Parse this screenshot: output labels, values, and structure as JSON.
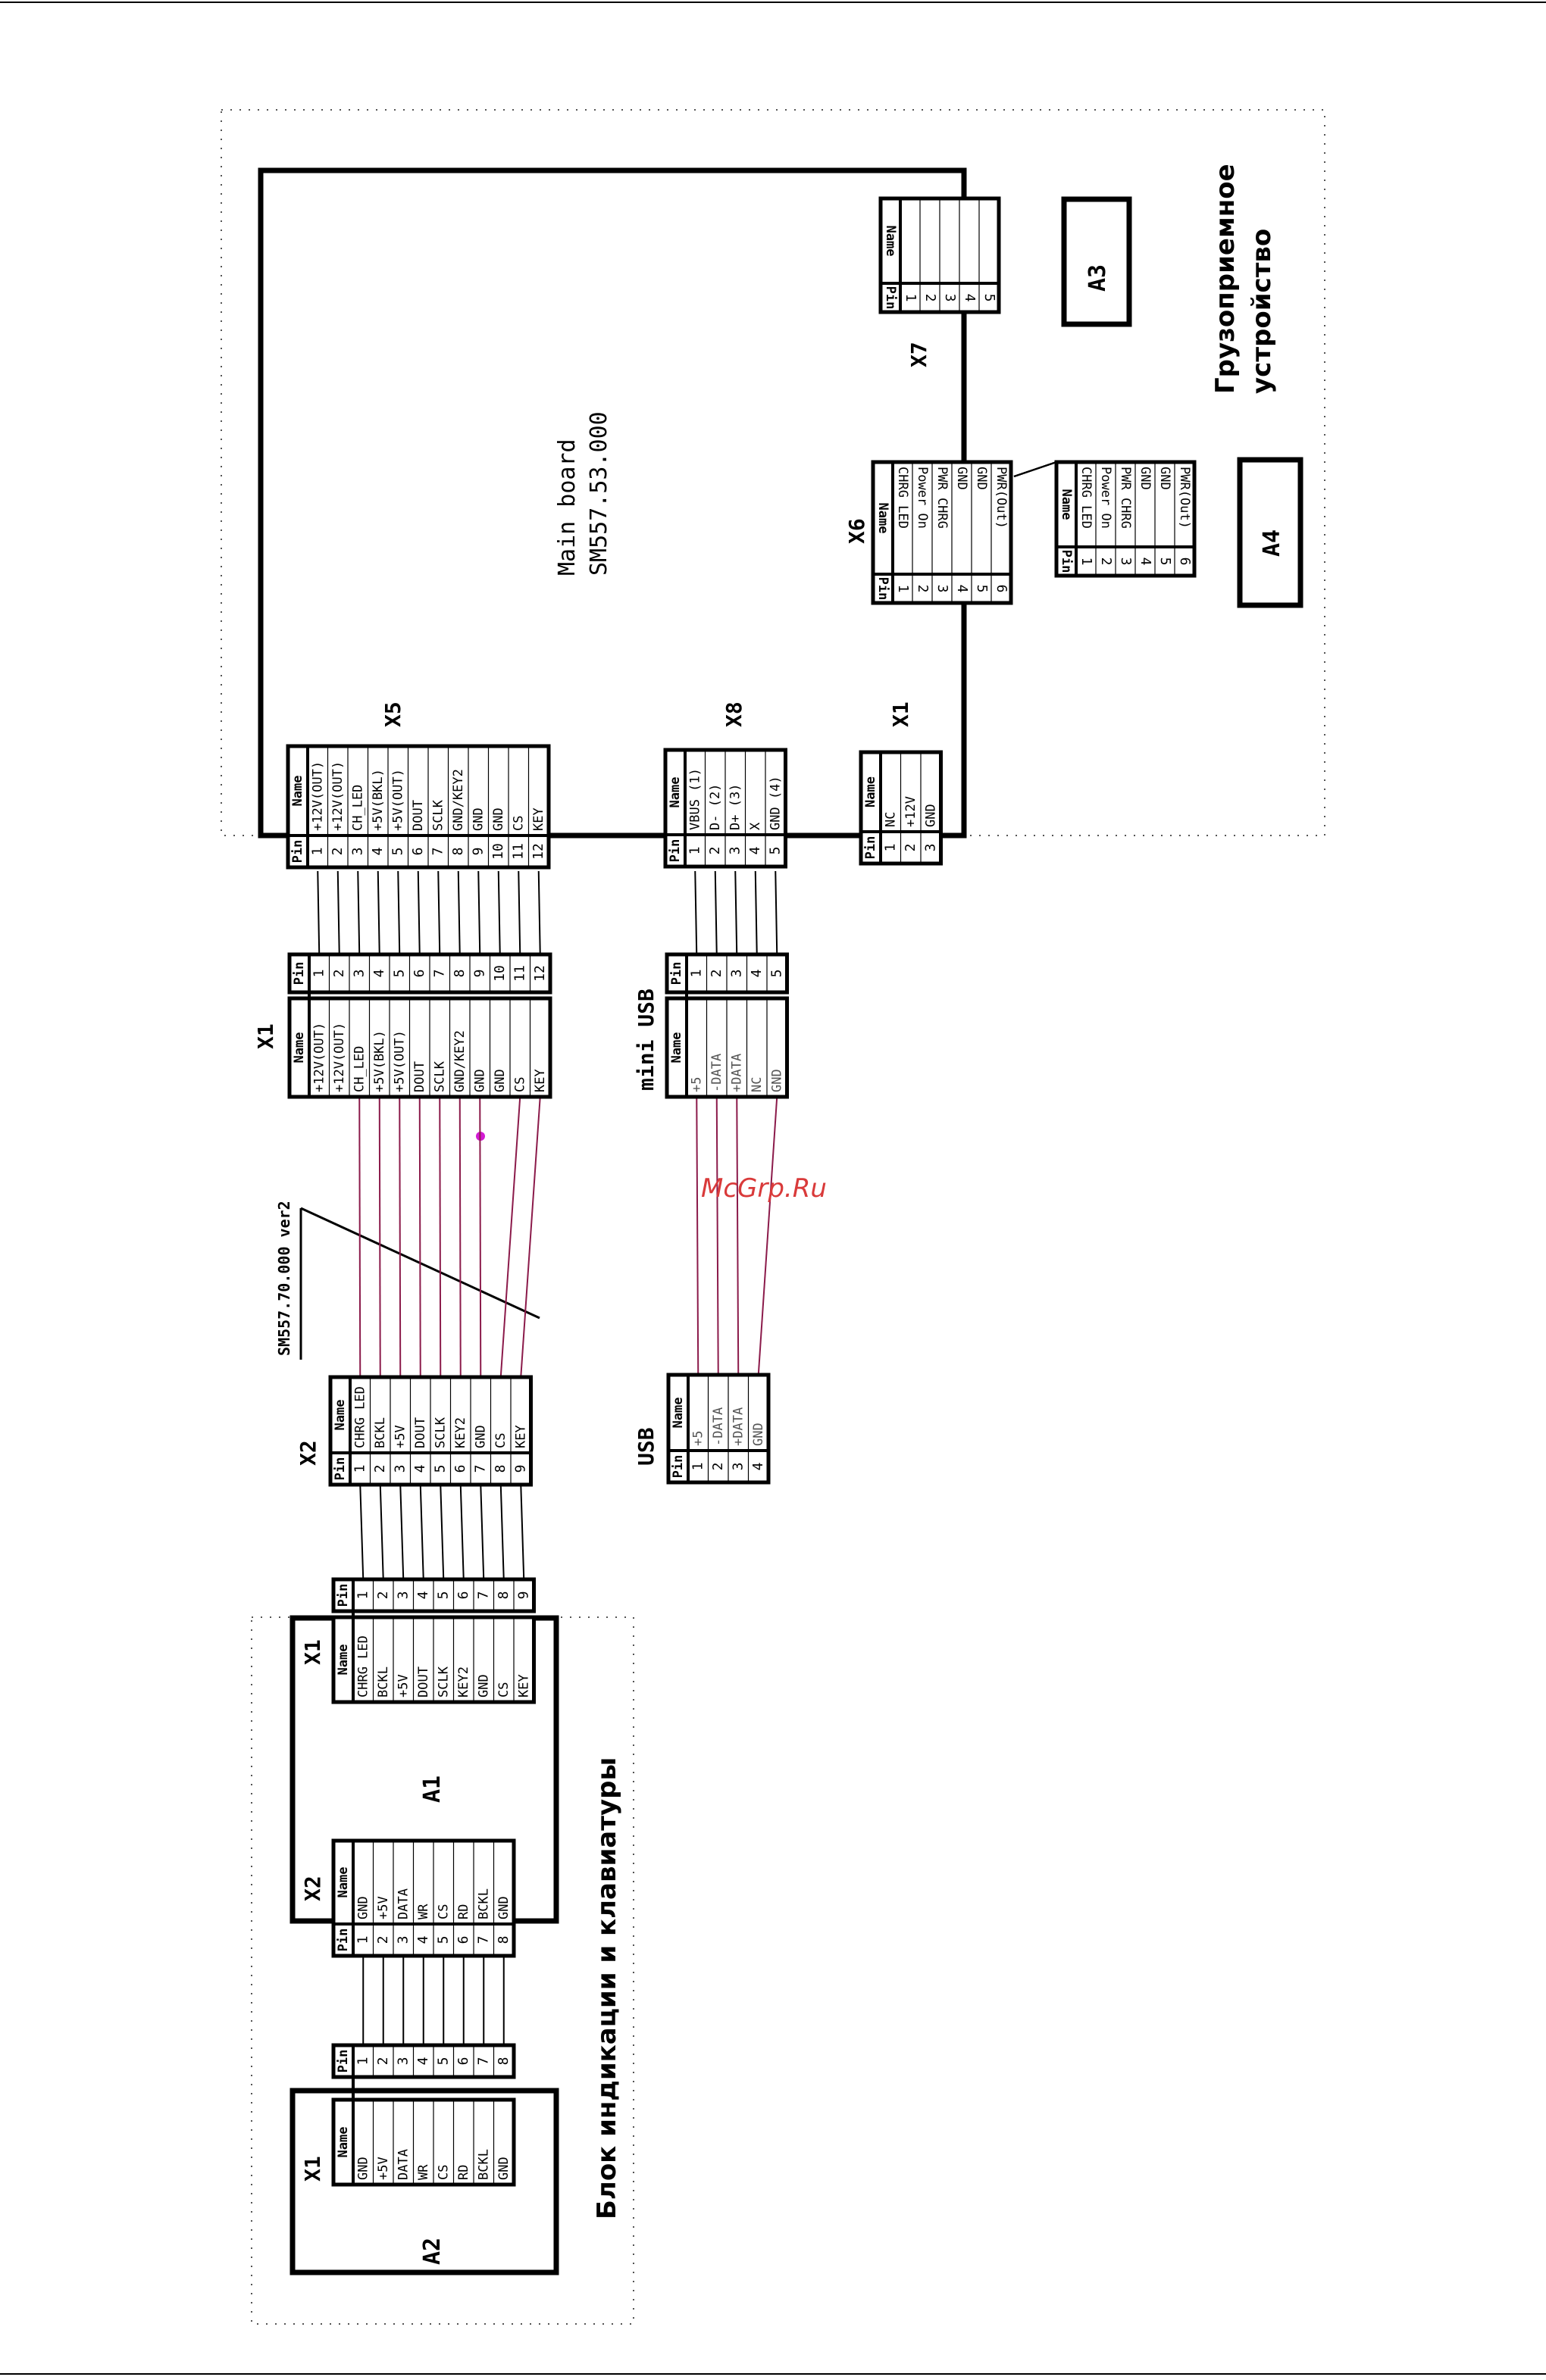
{
  "main_board": {
    "line1": "Main board",
    "line2": "SM557.53.000"
  },
  "load_receiver": {
    "line1": "Грузоприемное",
    "line2": "устройство"
  },
  "display_block": {
    "label": "Блок индикации и клавиатуры"
  },
  "cable": {
    "label": "SM557.70.000 ver2"
  },
  "watermark": "McGrp.Ru",
  "headers": {
    "pin": "Pin",
    "name": "Name"
  },
  "A1": "A1",
  "A2": "A2",
  "A3": "A3",
  "A4": "A4",
  "connectors": {
    "X5": {
      "label": "X5",
      "rows": [
        {
          "pin": "1",
          "name": "+12V(OUT)"
        },
        {
          "pin": "2",
          "name": "+12V(OUT)"
        },
        {
          "pin": "3",
          "name": "CH_LED"
        },
        {
          "pin": "4",
          "name": "+5V(BKL)"
        },
        {
          "pin": "5",
          "name": "+5V(OUT)"
        },
        {
          "pin": "6",
          "name": "DOUT"
        },
        {
          "pin": "7",
          "name": "SCLK"
        },
        {
          "pin": "8",
          "name": "GND/KEY2"
        },
        {
          "pin": "9",
          "name": "GND"
        },
        {
          "pin": "10",
          "name": "GND"
        },
        {
          "pin": "11",
          "name": "CS"
        },
        {
          "pin": "12",
          "name": "KEY"
        }
      ]
    },
    "X8": {
      "label": "X8",
      "rows": [
        {
          "pin": "1",
          "name": "VBUS (1)"
        },
        {
          "pin": "2",
          "name": "D- (2)"
        },
        {
          "pin": "3",
          "name": "D+ (3)"
        },
        {
          "pin": "4",
          "name": "X"
        },
        {
          "pin": "5",
          "name": "GND (4)"
        }
      ]
    },
    "X1mb": {
      "label": "X1",
      "rows": [
        {
          "pin": "1",
          "name": "NC"
        },
        {
          "pin": "2",
          "name": "+12V"
        },
        {
          "pin": "3",
          "name": "GND"
        }
      ]
    },
    "X1cab": {
      "label": "X1",
      "rows": [
        {
          "pin": "1",
          "name": "+12V(OUT)"
        },
        {
          "pin": "2",
          "name": "+12V(OUT)"
        },
        {
          "pin": "3",
          "name": "CH_LED"
        },
        {
          "pin": "4",
          "name": "+5V(BKL)"
        },
        {
          "pin": "5",
          "name": "+5V(OUT)"
        },
        {
          "pin": "6",
          "name": "DOUT"
        },
        {
          "pin": "7",
          "name": "SCLK"
        },
        {
          "pin": "8",
          "name": "GND/KEY2"
        },
        {
          "pin": "9",
          "name": "GND"
        },
        {
          "pin": "10",
          "name": "GND"
        },
        {
          "pin": "11",
          "name": "CS"
        },
        {
          "pin": "12",
          "name": "KEY"
        }
      ]
    },
    "miniUSB": {
      "label": "mini USB",
      "rows": [
        {
          "pin": "1",
          "name": "+5"
        },
        {
          "pin": "2",
          "name": "-DATA"
        },
        {
          "pin": "3",
          "name": "+DATA"
        },
        {
          "pin": "4",
          "name": "NC"
        },
        {
          "pin": "5",
          "name": "GND"
        }
      ]
    },
    "X2cab": {
      "label": "X2",
      "rows": [
        {
          "pin": "1",
          "name": "CHRG LED"
        },
        {
          "pin": "2",
          "name": "BCKL"
        },
        {
          "pin": "3",
          "name": "+5V"
        },
        {
          "pin": "4",
          "name": "DOUT"
        },
        {
          "pin": "5",
          "name": "SCLK"
        },
        {
          "pin": "6",
          "name": "KEY2"
        },
        {
          "pin": "7",
          "name": "GND"
        },
        {
          "pin": "8",
          "name": "CS"
        },
        {
          "pin": "9",
          "name": "KEY"
        }
      ]
    },
    "USB": {
      "label": "USB",
      "rows": [
        {
          "pin": "1",
          "name": "+5"
        },
        {
          "pin": "2",
          "name": "-DATA"
        },
        {
          "pin": "3",
          "name": "+DATA"
        },
        {
          "pin": "4",
          "name": "GND"
        }
      ]
    },
    "A1X1": {
      "label": "X1",
      "rows": [
        {
          "pin": "1",
          "name": "CHRG LED"
        },
        {
          "pin": "2",
          "name": "BCKL"
        },
        {
          "pin": "3",
          "name": "+5V"
        },
        {
          "pin": "4",
          "name": "DOUT"
        },
        {
          "pin": "5",
          "name": "SCLK"
        },
        {
          "pin": "6",
          "name": "KEY2"
        },
        {
          "pin": "7",
          "name": "GND"
        },
        {
          "pin": "8",
          "name": "CS"
        },
        {
          "pin": "9",
          "name": "KEY"
        }
      ]
    },
    "A1X2": {
      "label": "X2",
      "rows": [
        {
          "pin": "1",
          "name": "GND"
        },
        {
          "pin": "2",
          "name": "+5V"
        },
        {
          "pin": "3",
          "name": "DATA"
        },
        {
          "pin": "4",
          "name": "WR"
        },
        {
          "pin": "5",
          "name": "CS"
        },
        {
          "pin": "6",
          "name": "RD"
        },
        {
          "pin": "7",
          "name": "BCKL"
        },
        {
          "pin": "8",
          "name": "GND"
        }
      ]
    },
    "A2X1": {
      "label": "X1",
      "rows": [
        {
          "pin": "1",
          "name": "GND"
        },
        {
          "pin": "2",
          "name": "+5V"
        },
        {
          "pin": "3",
          "name": "DATA"
        },
        {
          "pin": "4",
          "name": "WR"
        },
        {
          "pin": "5",
          "name": "CS"
        },
        {
          "pin": "6",
          "name": "RD"
        },
        {
          "pin": "7",
          "name": "BCKL"
        },
        {
          "pin": "8",
          "name": "GND"
        }
      ]
    },
    "X6": {
      "label": "X6",
      "rows": [
        {
          "pin": "1",
          "name": "CHRG LED"
        },
        {
          "pin": "2",
          "name": "Power On"
        },
        {
          "pin": "3",
          "name": "PWR CHRG"
        },
        {
          "pin": "4",
          "name": "GND"
        },
        {
          "pin": "5",
          "name": "GND"
        },
        {
          "pin": "6",
          "name": "PWR(Out)"
        }
      ]
    },
    "A4conn": {
      "label": "",
      "rows": [
        {
          "pin": "1",
          "name": "CHRG LED"
        },
        {
          "pin": "2",
          "name": "Power On"
        },
        {
          "pin": "3",
          "name": "PWR CHRG"
        },
        {
          "pin": "4",
          "name": "GND"
        },
        {
          "pin": "5",
          "name": "GND"
        },
        {
          "pin": "6",
          "name": "PWR(Out)"
        }
      ]
    },
    "X7": {
      "label": "X7",
      "rows": [
        {
          "pin": "1",
          "name": ""
        },
        {
          "pin": "2",
          "name": ""
        },
        {
          "pin": "3",
          "name": ""
        },
        {
          "pin": "4",
          "name": ""
        },
        {
          "pin": "5",
          "name": ""
        }
      ]
    }
  }
}
